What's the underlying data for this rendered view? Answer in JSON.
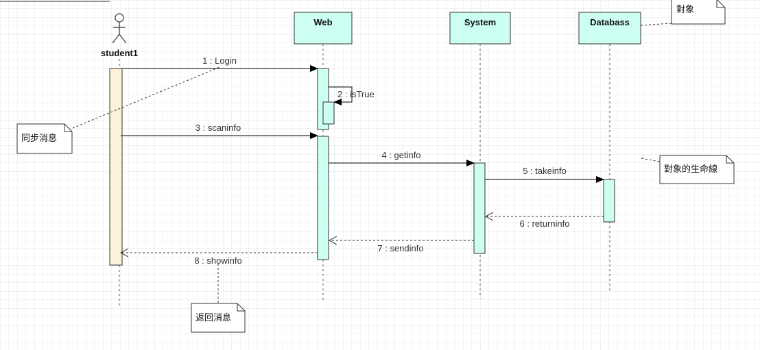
{
  "actor": {
    "name": "student1"
  },
  "lifelines": [
    {
      "name": "Web"
    },
    {
      "name": "System"
    },
    {
      "name": "Databass"
    }
  ],
  "messages": [
    {
      "label": "1 : Login"
    },
    {
      "label": "2 : isTrue"
    },
    {
      "label": "3 : scaninfo"
    },
    {
      "label": "4 : getinfo"
    },
    {
      "label": "5 : takeinfo"
    },
    {
      "label": "6 : returninfo"
    },
    {
      "label": "7 : sendinfo"
    },
    {
      "label": "8 : showinfo"
    }
  ],
  "notes": {
    "sync": "同步消息",
    "return": "返回消息",
    "object": "對象",
    "lifeline": "對象的生命線"
  },
  "colors": {
    "object_fill": "#ccfff2",
    "actor_bar_fill": "#fdf2d9",
    "grid": "#e6e6e6",
    "line": "#333333"
  }
}
